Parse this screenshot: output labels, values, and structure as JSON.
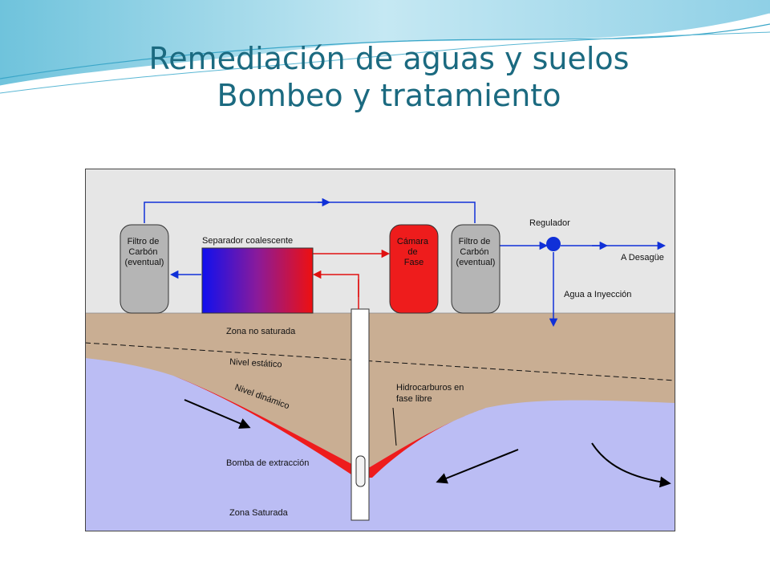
{
  "slide": {
    "title_line1": "Remediación de aguas y suelos",
    "title_line2": "Bombeo y tratamiento"
  },
  "diagram": {
    "filter_left": [
      "Filtro de",
      "Carbón",
      "(eventual)"
    ],
    "separator": "Separador coalescente",
    "phase_chamber": [
      "Cámara",
      "de",
      "Fase"
    ],
    "filter_right": [
      "Filtro de",
      "Carbón",
      "(eventual)"
    ],
    "regulator": "Regulador",
    "to_drain": "A Desagüe",
    "injection_water": "Agua a Inyección",
    "unsaturated_zone": "Zona no saturada",
    "static_level": "Nivel estático",
    "dynamic_level": "Nivel dinámico",
    "free_phase": [
      "Hidrocarburos en",
      "fase libre"
    ],
    "pump": "Bomba de extracción",
    "saturated_zone": "Zona Saturada"
  },
  "colors": {
    "title": "#1b6a80",
    "sky": "#e6e6e6",
    "soil": "#c9ae93",
    "water": "#bbbdf4",
    "hydrocarbon": "#ee1c1c",
    "pipe_blue": "#1030d8",
    "pipe_red": "#e01010",
    "tank_gray": "#b5b5b5"
  }
}
